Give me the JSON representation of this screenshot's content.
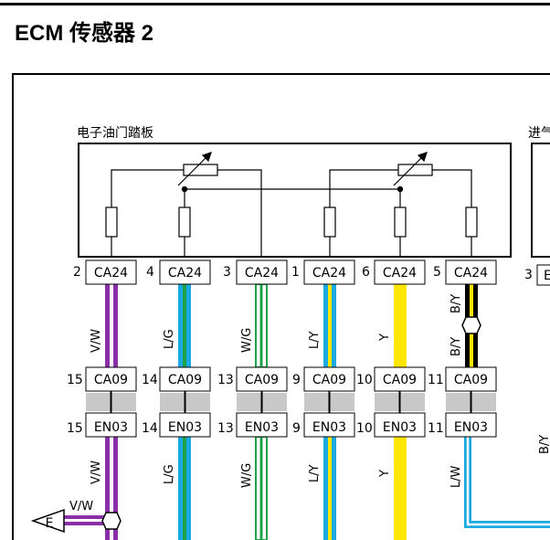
{
  "page": {
    "title": "ECM 传感器 2"
  },
  "components": {
    "pedal": {
      "label": "电子油门踏板"
    },
    "intake": {
      "label": "进气"
    },
    "intake_connector": {
      "pin": "3",
      "text": "E"
    }
  },
  "colors": {
    "purple": "#8a2fa8",
    "cyan": "#1aa9e1",
    "green": "#1fa24a",
    "yellow": "#ffe600",
    "black": "#000000",
    "connector_gray": "#c8c8c8"
  },
  "columns": [
    {
      "top_pin": "2",
      "top_conn": "CA24",
      "wire": "V/W",
      "wire2": "V/W",
      "mid_pin": "15",
      "mid_conn": "CA09",
      "bot_pin": "15",
      "bot_conn": "EN03"
    },
    {
      "top_pin": "4",
      "top_conn": "CA24",
      "wire": "L/G",
      "wire2": "L/G",
      "mid_pin": "14",
      "mid_conn": "CA09",
      "bot_pin": "14",
      "bot_conn": "EN03"
    },
    {
      "top_pin": "3",
      "top_conn": "CA24",
      "wire": "W/G",
      "wire2": "W/G",
      "mid_pin": "13",
      "mid_conn": "CA09",
      "bot_pin": "13",
      "bot_conn": "EN03"
    },
    {
      "top_pin": "1",
      "top_conn": "CA24",
      "wire": "L/Y",
      "wire2": "L/Y",
      "mid_pin": "9",
      "mid_conn": "CA09",
      "bot_pin": "9",
      "bot_conn": "EN03"
    },
    {
      "top_pin": "6",
      "top_conn": "CA24",
      "wire": "Y",
      "wire2": "Y",
      "mid_pin": "10",
      "mid_conn": "CA09",
      "bot_pin": "10",
      "bot_conn": "EN03"
    },
    {
      "top_pin": "5",
      "top_conn": "CA24",
      "wire": "B/Y",
      "wire2": "L/W",
      "mid_pin": "11",
      "mid_conn": "CA09",
      "bot_pin": "11",
      "bot_conn": "EN03"
    }
  ],
  "splice": {
    "wire_b": "B/Y",
    "wire_a": "B/Y"
  },
  "ground": {
    "label": "E",
    "wire": "V/W"
  },
  "edge_label": "B/Y"
}
